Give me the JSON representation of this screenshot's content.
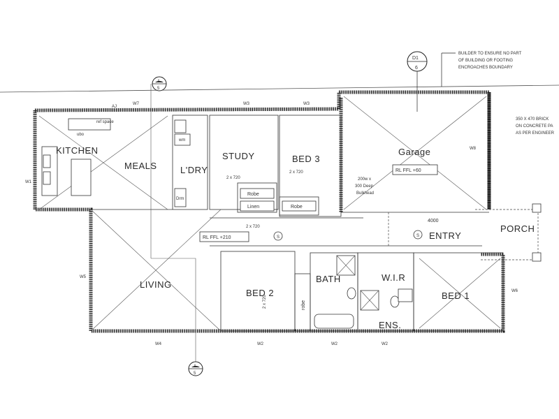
{
  "rooms": {
    "kitchen": "KITCHEN",
    "meals": "MEALS",
    "ldry": "L'DRY",
    "study": "STUDY",
    "bed3": "BED 3",
    "garage": "Garage",
    "living": "LIVING",
    "bed2": "BED 2",
    "bath": "BATH",
    "wir": "W.I.R",
    "ens": "ENS.",
    "bed1": "BED 1",
    "entry": "ENTRY",
    "porch": "PORCH",
    "robe1": "Robe",
    "linen": "Linen",
    "robe2": "Robe",
    "robe3": "robe"
  },
  "levels": {
    "garage": "RL FFL +60",
    "main": "RL FFL +210"
  },
  "annotations": {
    "builder_line1": "BUILDER TO ENSURE NO PART",
    "builder_line2": "OF BUILDING OR FOOTING",
    "builder_line3": "ENCROACHES BOUNDARY",
    "brick_line1": "350 X 470 BRICK",
    "brick_line2": "ON CONCRETE PA",
    "brick_line3": "AS PER ENGINEER",
    "bulkhead_line1": "200w x",
    "bulkhead_line2": "300 Deep",
    "bulkhead_line3": "Bulkhead",
    "dim_4000": "4000",
    "ref_space": "ref space",
    "ubo": "ubo",
    "wm": "wm",
    "dryer": "Drm",
    "beam1": "2 x 720",
    "beam2": "2 x 720",
    "beam3": "2 x 720",
    "beam4": "2 x 720"
  },
  "markers": {
    "section_top": "A",
    "section_top_num": "5",
    "section_bottom": "A",
    "section_bottom_num": "5",
    "detail_top": "D1",
    "detail_num": "6",
    "smoke1": "S",
    "smoke2": "S"
  },
  "tags": {
    "aj": "AJ",
    "w7": "W7",
    "w3a": "W3",
    "w3b": "W3",
    "w1": "W1",
    "w4": "W4",
    "w2": "W2",
    "w5": "W5",
    "w6": "W6",
    "w2b": "W2",
    "w2c": "W2",
    "w8": "W8"
  }
}
